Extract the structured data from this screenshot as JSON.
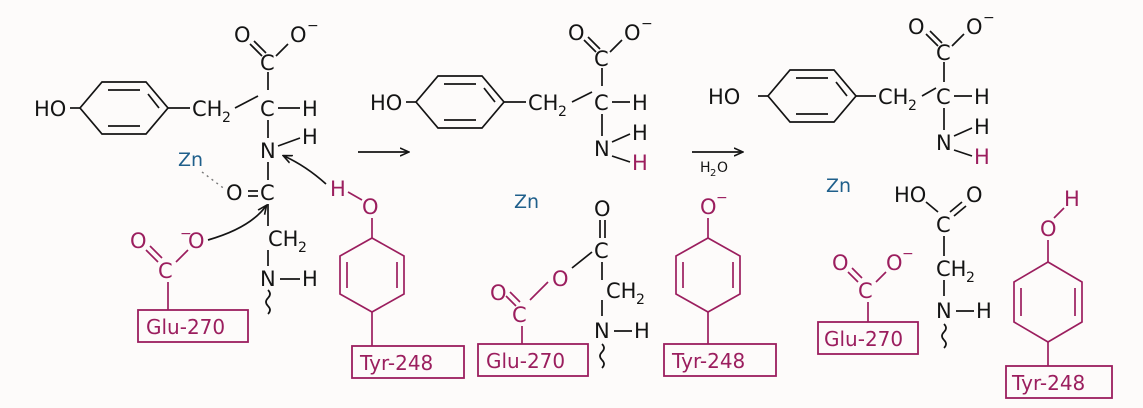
{
  "atoms": {
    "ho": "HO",
    "o": "O",
    "c": "C",
    "h": "H",
    "n": "N",
    "ch2": "CH",
    "sub2": "2",
    "minus": "−",
    "zn": "Zn",
    "o_minus": "O−",
    "h2o_h": "H",
    "h2o_o": "O"
  },
  "residues": {
    "glu": "Glu-270",
    "tyr": "Tyr-248"
  },
  "colors": {
    "substrate": "#141414",
    "enzyme_residue": "#9b1e5e",
    "zinc": "#1f5f8b"
  }
}
